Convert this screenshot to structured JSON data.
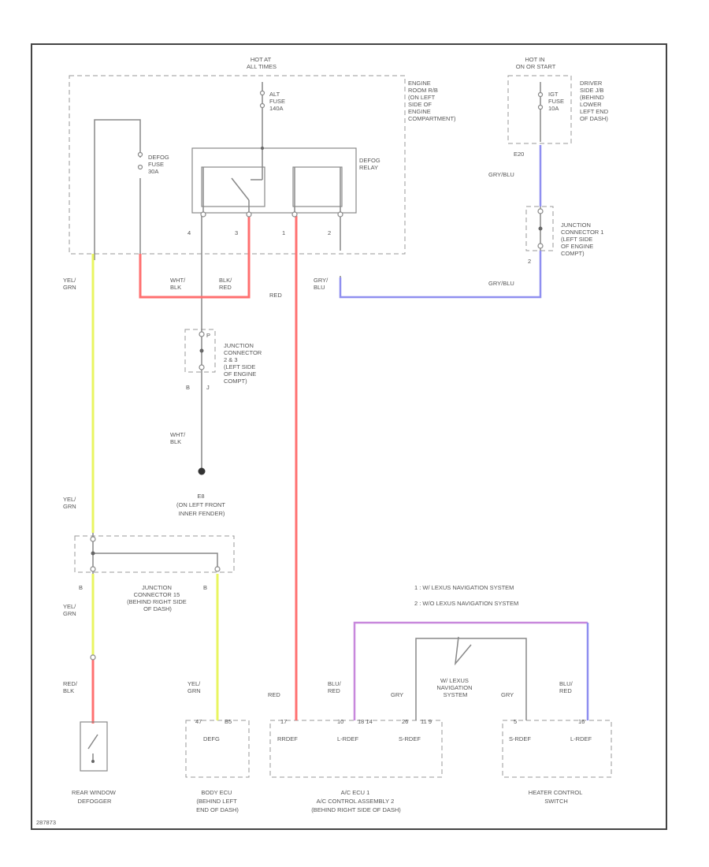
{
  "power": {
    "left_hot": [
      "HOT AT",
      "ALL TIMES"
    ],
    "right_hot": [
      "HOT IN",
      "ON OR START"
    ]
  },
  "fuses": {
    "alt": [
      "ALT",
      "FUSE",
      "140A"
    ],
    "defog": [
      "DEFOG",
      "FUSE",
      "30A"
    ],
    "igt": [
      "IGT",
      "FUSE",
      "10A"
    ]
  },
  "locations": {
    "engine_room_rb": [
      "ENGINE",
      "ROOM R/B",
      "(ON LEFT",
      "SIDE OF",
      "ENGINE",
      "COMPARTMENT)"
    ],
    "driver_jb": [
      "DRIVER",
      "SIDE J/B",
      "(BEHIND",
      "LOWER",
      "LEFT END",
      "OF DASH)"
    ]
  },
  "relay": {
    "label": [
      "DEFOG",
      "RELAY"
    ],
    "pins": [
      "4",
      "3",
      "1",
      "2"
    ]
  },
  "connectors": {
    "jc1": [
      "JUNCTION",
      "CONNECTOR 1",
      "(LEFT SIDE",
      "OF ENGINE",
      "COMPT)"
    ],
    "jc2": [
      "JUNCTION",
      "CONNECTOR",
      "2 & 3",
      "(LEFT SIDE",
      "OF ENGINE",
      "COMPT)"
    ],
    "jc15": [
      "JUNCTION",
      "CONNECTOR 15",
      "(BEHIND RIGHT SIDE",
      "OF DASH)"
    ]
  },
  "wires": {
    "yel_grn": [
      "YEL/",
      "GRN"
    ],
    "wht_blk": [
      "WHT/",
      "BLK"
    ],
    "blk_red": [
      "BLK/",
      "RED"
    ],
    "red": "RED",
    "gry_blu": [
      "GRY/",
      "BLU"
    ],
    "gry_blu_line": "GRY/BLU",
    "red_blk": [
      "RED/",
      "BLK"
    ],
    "blu_red": [
      "BLU/",
      "RED"
    ],
    "gry": "GRY"
  },
  "pin_labels": {
    "e20": "E20",
    "jc1_bot": "2",
    "jc2_top": "P",
    "jc2_mid": "J",
    "jc2_bot": "B",
    "jc15_b1": "B",
    "jc15_b2": "B"
  },
  "ground": {
    "id": "E8",
    "desc": [
      "(ON LEFT FRONT",
      "INNER FENDER)"
    ]
  },
  "legend": [
    "1 : W/ LEXUS NAVIGATION SYSTEM",
    "2 : W/O LEXUS NAVIGATION SYSTEM"
  ],
  "nav_switch": [
    "W/ LEXUS",
    "NAVIGATION",
    "SYSTEM"
  ],
  "components": {
    "defogger": [
      "REAR WINDOW",
      "DEFOGGER"
    ],
    "body_ecu": {
      "pins": [
        "47",
        "B5"
      ],
      "terminal": "DEFG",
      "label": [
        "BODY ECU",
        "(BEHIND LEFT",
        "END OF DASH)"
      ]
    },
    "ac_ecu": {
      "pins": [
        "17",
        "10",
        "18 14",
        "26",
        "11 9"
      ],
      "terminals": [
        "RRDEF",
        "L-RDEF",
        "S-RDEF"
      ],
      "label": [
        "A/C ECU   1",
        "A/C CONTROL ASSEMBLY   2",
        "(BEHIND RIGHT SIDE OF DASH)"
      ]
    },
    "heater_switch": {
      "pins": [
        "5",
        "16"
      ],
      "terminals": [
        "S-RDEF",
        "L-RDEF"
      ],
      "label": [
        "HEATER CONTROL",
        "SWITCH"
      ]
    }
  },
  "diagram_id": "287873"
}
